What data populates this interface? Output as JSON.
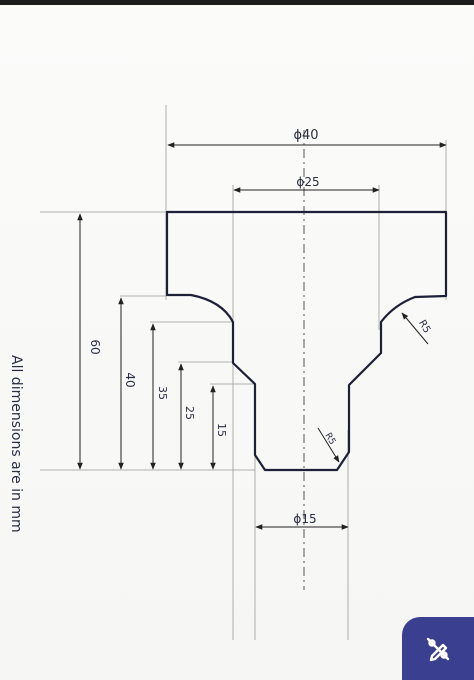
{
  "dimensions": {
    "dia_40": "ϕ40",
    "dia_25": "ϕ25",
    "dia_15": "ϕ15",
    "radius_right_shoulder": "R5",
    "radius_bottom_corner": "R5",
    "height_60": "60",
    "height_40": "40",
    "height_35": "35",
    "height_25": "25",
    "height_15": "15"
  },
  "note": {
    "text": "All dimensions are in mm"
  },
  "fab": {
    "icon": "pencil-slash-icon",
    "color": "#3b3f8f"
  }
}
